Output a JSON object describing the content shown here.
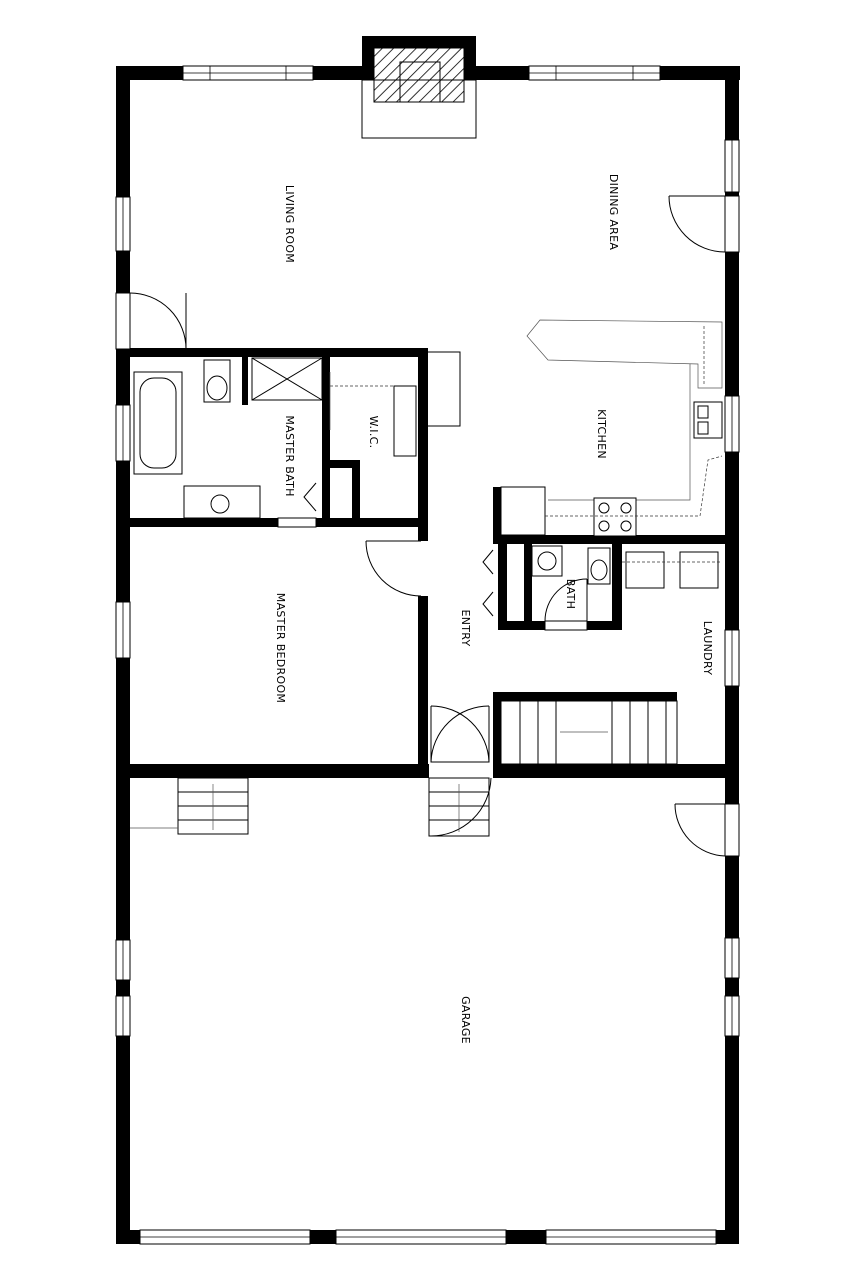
{
  "plan": {
    "rooms": {
      "living_room": "LIVING ROOM",
      "dining_area": "DINING AREA",
      "kitchen": "KITCHEN",
      "master_bath": "MASTER BATH",
      "wic": "W.I.C.",
      "master_bedroom": "MASTER BEDROOM",
      "entry": "ENTRY",
      "bath": "BATH",
      "laundry": "LAUNDRY",
      "garage": "GARAGE"
    }
  }
}
